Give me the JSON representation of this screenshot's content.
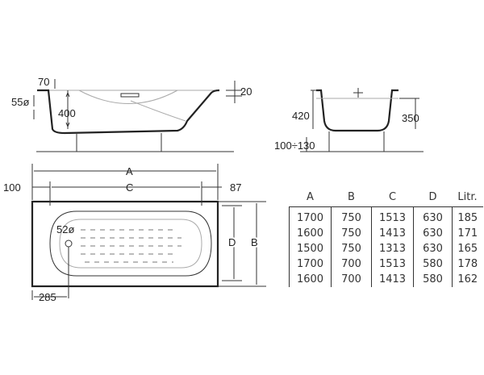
{
  "side_view": {
    "dim_rim": "70",
    "dim_outlet": "55ø",
    "dim_depth": "400",
    "dim_edge": "20"
  },
  "end_view": {
    "dim_height": "420",
    "dim_inner": "350",
    "dim_feet": "100÷130"
  },
  "top_view": {
    "dim_a": "A",
    "dim_c": "C",
    "dim_left": "100",
    "dim_right": "87",
    "dim_d": "D",
    "dim_b": "B",
    "dim_drain": "52ø",
    "dim_drain_offset": "285"
  },
  "table": {
    "headers": [
      "A",
      "B",
      "C",
      "D",
      "Litr."
    ],
    "rows": [
      [
        "1700",
        "750",
        "1513",
        "630",
        "185"
      ],
      [
        "1600",
        "750",
        "1413",
        "630",
        "171"
      ],
      [
        "1500",
        "750",
        "1313",
        "630",
        "165"
      ],
      [
        "1700",
        "700",
        "1513",
        "580",
        "178"
      ],
      [
        "1600",
        "700",
        "1413",
        "580",
        "162"
      ]
    ]
  }
}
